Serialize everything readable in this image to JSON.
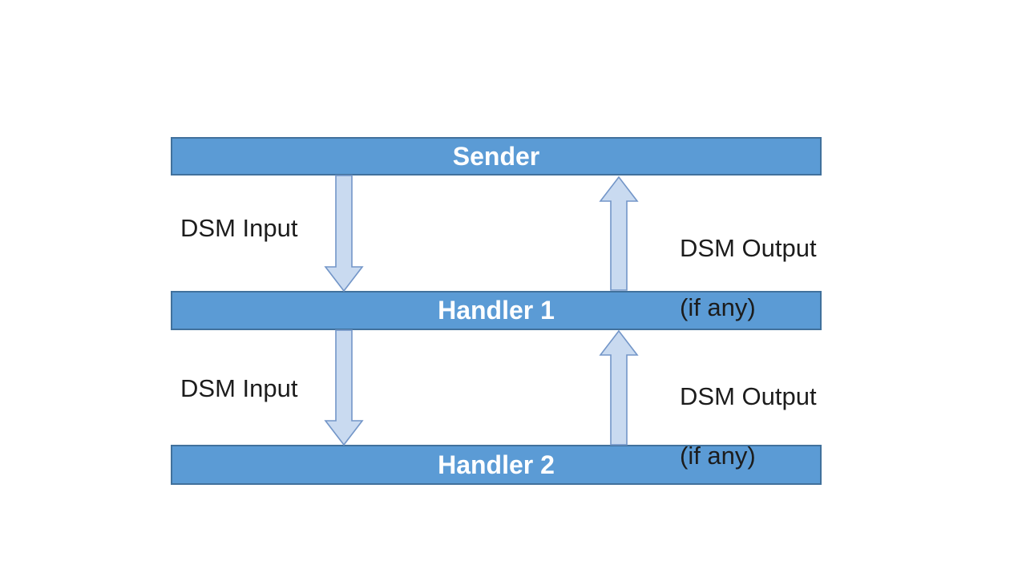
{
  "diagram": {
    "type": "layered-flow",
    "nodes": [
      {
        "id": "sender",
        "label": "Sender"
      },
      {
        "id": "handler1",
        "label": "Handler 1"
      },
      {
        "id": "handler2",
        "label": "Handler 2"
      }
    ],
    "edges": [
      {
        "from": "sender",
        "to": "handler1",
        "direction": "down",
        "label": "DSM Input"
      },
      {
        "from": "handler1",
        "to": "sender",
        "direction": "up",
        "label": "DSM Output (if any)"
      },
      {
        "from": "handler1",
        "to": "handler2",
        "direction": "down",
        "label": "DSM Input"
      },
      {
        "from": "handler2",
        "to": "handler1",
        "direction": "up",
        "label": "DSM Output (if any)"
      }
    ],
    "labels": {
      "input1": "DSM Input",
      "output1_line1": "DSM Output",
      "output1_line2": "(if any)",
      "input2": "DSM Input",
      "output2_line1": "DSM Output",
      "output2_line2": "(if any)"
    }
  },
  "colors": {
    "bar-fill": "#5b9bd5",
    "bar-border": "#41719c",
    "arrow-fill": "#c9daf0",
    "arrow-border": "#7396c8",
    "bar-text": "#ffffff",
    "label-text": "#1c1c1c",
    "background": "#ffffff"
  }
}
